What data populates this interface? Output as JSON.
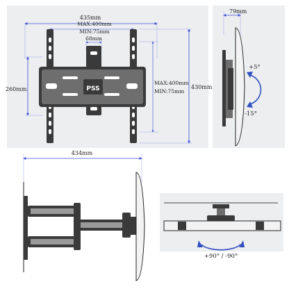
{
  "front_view": {
    "width_label": "435mm",
    "max_width_label": "MAX:400mm",
    "min_width_label": "MIN:75mm",
    "center_width_label": "68mm",
    "plate_height_label": "260mm",
    "max_height_label": "MAX:400mm",
    "min_height_label": "MIN:75mm",
    "total_height_label": "430mm",
    "logo_text": "PSS"
  },
  "side_view": {
    "depth_label": "79mm",
    "tilt_up_label": "+5°",
    "tilt_down_label": "-15°"
  },
  "extended_view": {
    "extension_label": "434mm"
  },
  "top_view": {
    "swivel_label": "+90° / -90°"
  },
  "colors": {
    "dimension_line": "#3c4fd6",
    "angle_arc": "#2f4fbf",
    "metal": "#3a3a3a",
    "wall": "#eceef0"
  }
}
